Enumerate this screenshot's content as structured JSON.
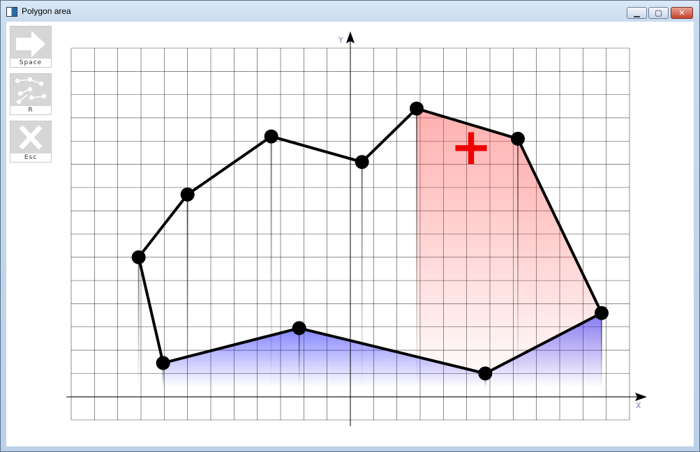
{
  "window": {
    "title": "Polygon area",
    "controls": {
      "minimize_icon": "minimize-icon",
      "maximize_icon": "maximize-icon",
      "close_icon": "close-icon"
    }
  },
  "toolbar": {
    "buttons": [
      {
        "label": "Space",
        "icon": "arrow-right-icon"
      },
      {
        "label": "R",
        "icon": "random-points-icon"
      },
      {
        "label": "Esc",
        "icon": "close-x-icon"
      }
    ]
  },
  "plot": {
    "x_label": "X",
    "y_label": "Y",
    "area_sign_marker": "+",
    "grid": true,
    "x_range": [
      -12,
      12
    ],
    "y_range": [
      -1,
      15
    ],
    "polygon": [
      [
        -9.1,
        6.0
      ],
      [
        -7.0,
        8.7
      ],
      [
        -3.4,
        11.2
      ],
      [
        0.5,
        10.1
      ],
      [
        2.85,
        12.4
      ],
      [
        7.2,
        11.1
      ],
      [
        10.8,
        3.6
      ],
      [
        5.8,
        1.0
      ],
      [
        -2.2,
        2.95
      ],
      [
        -8.05,
        1.45
      ]
    ],
    "colors": {
      "positive_area": "#ff0000",
      "negative_area": "#0000ff",
      "axis_label": "#7b7bc8",
      "marker": "#ee0000"
    }
  }
}
